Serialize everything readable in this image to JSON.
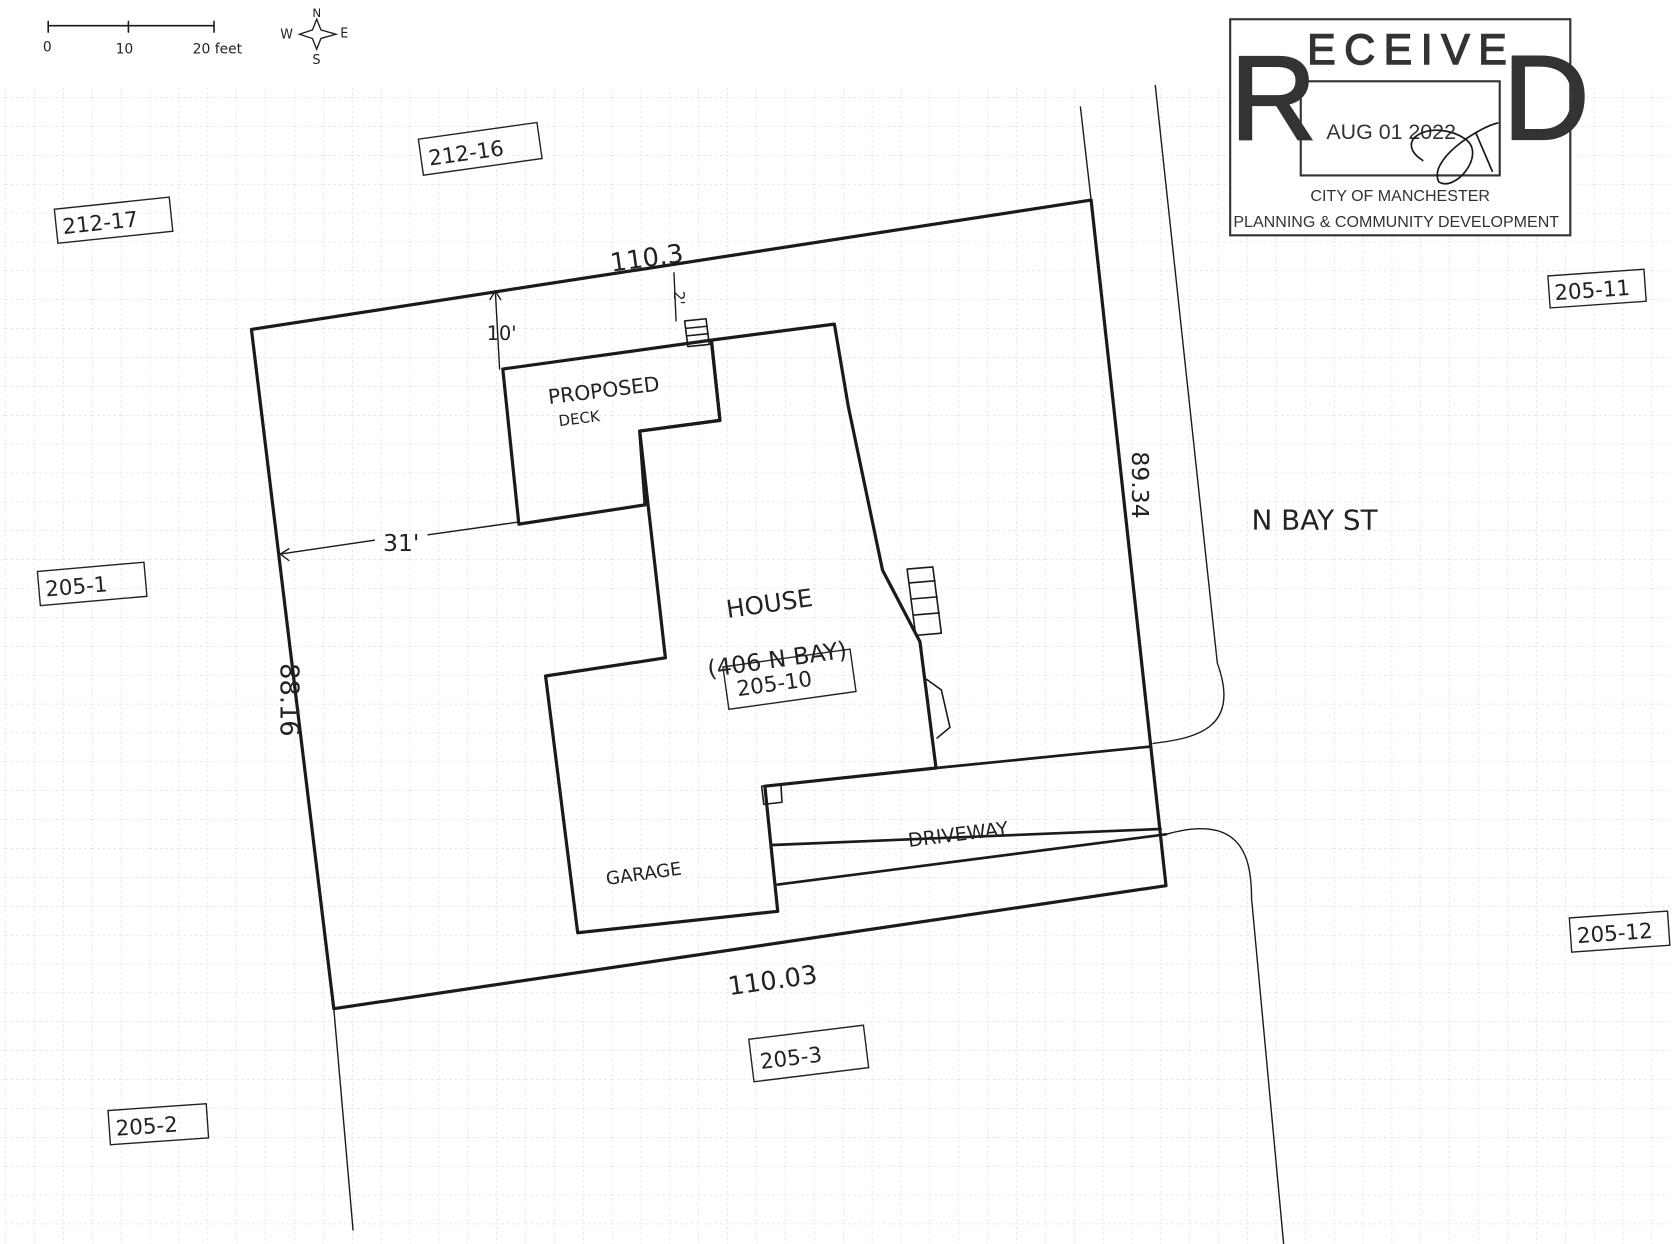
{
  "scale_bar": {
    "ticks": [
      "0",
      "10",
      "20 feet"
    ]
  },
  "compass": {
    "n": "N",
    "s": "S",
    "e": "E",
    "w": "W"
  },
  "stamp": {
    "big_r": "R",
    "middle": "ECEIVE",
    "big_d": "D",
    "date": "AUG 01 2022",
    "line1": "CITY OF MANCHESTER",
    "line2": "PLANNING & COMMUNITY DEVELOPMENT"
  },
  "parcels": {
    "p212_16": "212-16",
    "p212_17": "212-17",
    "p205_11": "205-11",
    "p205_1": "205-1",
    "p205_12": "205-12",
    "p205_3": "205-3",
    "p205_2": "205-2",
    "p205_10": "205-10"
  },
  "dimensions": {
    "top": "110.3",
    "bottom": "110.03",
    "left": "88.16",
    "right": "89.34",
    "setback_rear": "10'",
    "setback_side": "31'",
    "small": "2'"
  },
  "labels": {
    "deck_1": "PROPOSED",
    "deck_2": "DECK",
    "house_1": "HOUSE",
    "house_2": "(406 N BAY)",
    "garage": "GARAGE",
    "driveway": "DRIVEWAY",
    "street": "N BAY ST"
  }
}
